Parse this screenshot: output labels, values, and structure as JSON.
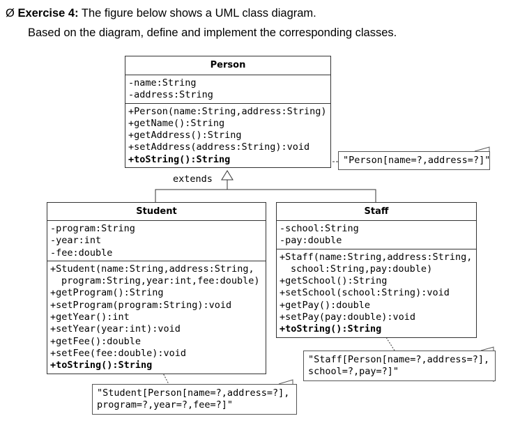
{
  "heading": {
    "bullet": "Ø",
    "exercise_label": "Exercise 4:",
    "line1_rest": " The figure below shows a UML class diagram.",
    "line2": "Based on the diagram, define and implement the corresponding classes."
  },
  "person": {
    "name": "Person",
    "attributes": [
      "-name:String",
      "-address:String"
    ],
    "methods": [
      "+Person(name:String,address:String)",
      "+getName():String",
      "+getAddress():String",
      "+setAddress(address:String):void",
      "+toString():String"
    ]
  },
  "student": {
    "name": "Student",
    "attributes": [
      "-program:String",
      "-year:int",
      "-fee:double"
    ],
    "methods": [
      "+Student(name:String,address:String,",
      "program:String,year:int,fee:double)",
      "+getProgram():String",
      "+setProgram(program:String):void",
      "+getYear():int",
      "+setYear(year:int):void",
      "+getFee():double",
      "+setFee(fee:double):void",
      "+toString():String"
    ]
  },
  "staff": {
    "name": "Staff",
    "attributes": [
      "-school:String",
      "-pay:double"
    ],
    "methods": [
      "+Staff(name:String,address:String,",
      "school:String,pay:double)",
      "+getSchool():String",
      "+setSchool(school:String):void",
      "+getPay():double",
      "+setPay(pay:double):void",
      "+toString():String"
    ]
  },
  "extends_label": "extends",
  "notes": {
    "person": "\"Person[name=?,address=?]\"",
    "staff_line1": "\"Staff[Person[name=?,address=?],",
    "staff_line2": "school=?,pay=?]\"",
    "student_line1": "\"Student[Person[name=?,address=?],",
    "student_line2": "program=?,year=?,fee=?]\""
  }
}
